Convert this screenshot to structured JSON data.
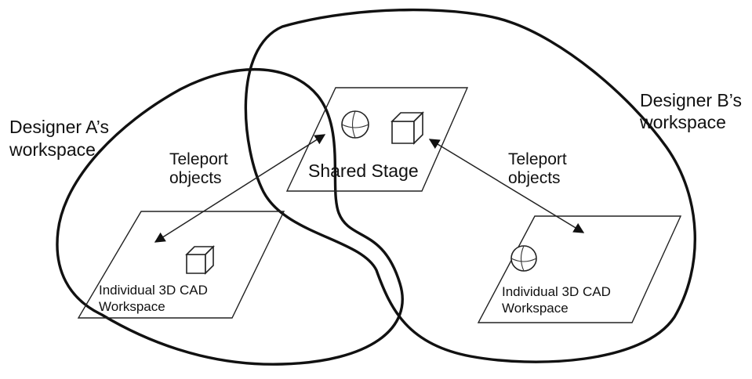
{
  "workspace_a": {
    "label_line1": "Designer A’s",
    "label_line2": "workspace"
  },
  "workspace_b": {
    "label_line1": "Designer B’s",
    "label_line2": "workspace"
  },
  "shared_stage": {
    "label": "Shared Stage",
    "objects": [
      "sphere-icon",
      "cube-icon"
    ]
  },
  "teleport_left": {
    "line1": "Teleport",
    "line2": "objects"
  },
  "teleport_right": {
    "line1": "Teleport",
    "line2": "objects"
  },
  "workspace_a_individual": {
    "line1": "Individual 3D CAD",
    "line2": "Workspace",
    "object": "cube-icon"
  },
  "workspace_b_individual": {
    "line1": "Individual 3D CAD",
    "line2": "Workspace",
    "object": "sphere-icon"
  },
  "colors": {
    "ink": "#111111",
    "background": "#ffffff"
  }
}
